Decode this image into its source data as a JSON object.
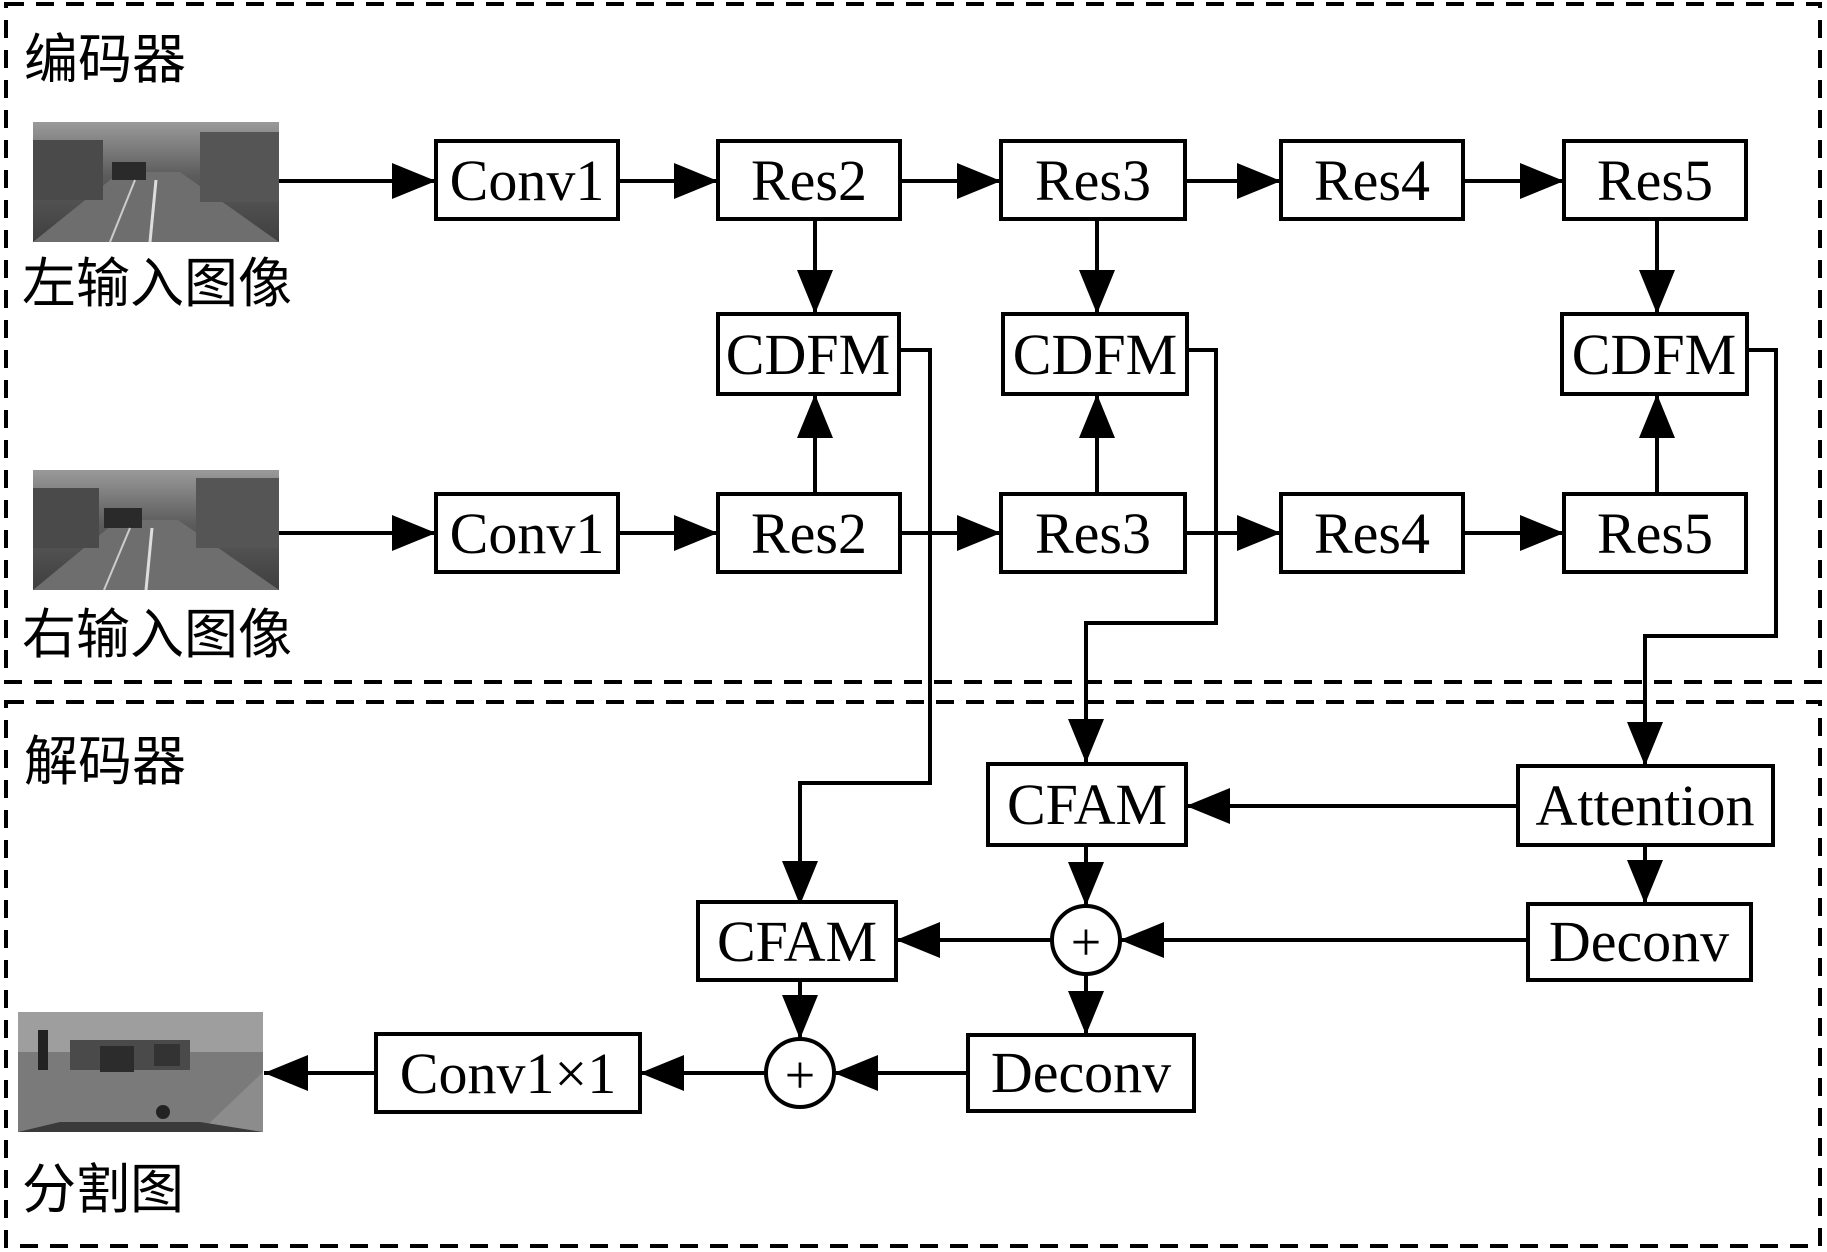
{
  "regions": {
    "encoder": "编码器",
    "decoder": "解码器"
  },
  "captions": {
    "left_input": "左输入图像",
    "right_input": "右输入图像",
    "segmentation": "分割图"
  },
  "blocks": {
    "conv1_left": "Conv1",
    "res2_left": "Res2",
    "res3_left": "Res3",
    "res4_left": "Res4",
    "res5_left": "Res5",
    "conv1_right": "Conv1",
    "res2_right": "Res2",
    "res3_right": "Res3",
    "res4_right": "Res4",
    "res5_right": "Res5",
    "cdfm_2": "CDFM",
    "cdfm_3": "CDFM",
    "cdfm_5": "CDFM",
    "cfam_upper": "CFAM",
    "cfam_lower": "CFAM",
    "attention": "Attention",
    "deconv_upper": "Deconv",
    "deconv_lower": "Deconv",
    "conv1x1": "Conv1×1"
  },
  "operators": {
    "add_upper": "+",
    "add_lower": "+"
  }
}
